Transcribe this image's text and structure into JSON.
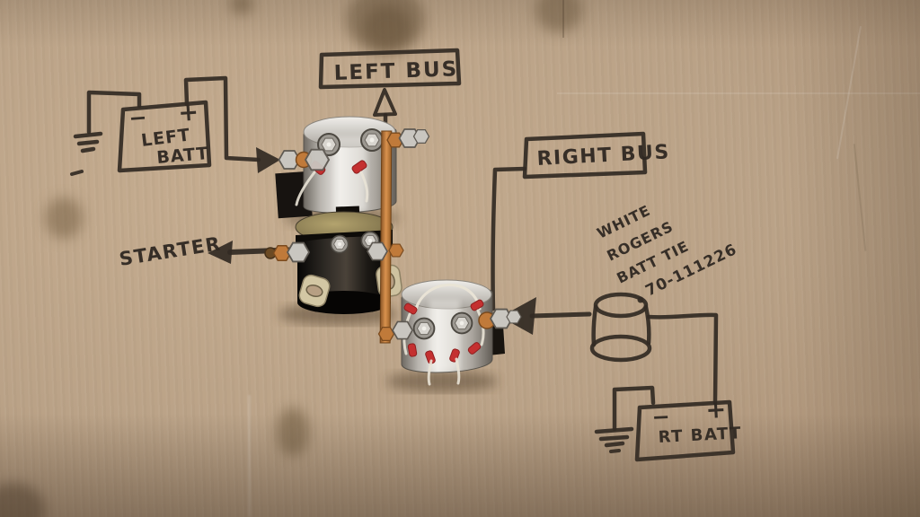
{
  "labels": {
    "left_bus": "LEFT BUS",
    "right_bus": "RIGHT BUS",
    "left_batt_l1": "LEFT",
    "left_batt_l2": "BATT",
    "rt_batt": "RT BATT",
    "starter": "STARTER",
    "minus": "−",
    "plus": "+",
    "note_l1": "WHITE",
    "note_l2": "ROGERS",
    "note_l3": "BATT TIE",
    "note_l4": "70-111226"
  },
  "colors": {
    "cardboard": "#b89f83",
    "marker": "#332b24",
    "copper_strap": "#c47a3c",
    "chrome": "#d9d6d0",
    "solenoid_black": "#15110d",
    "connector_red": "#c43030",
    "bracket_tan": "#d2c6a3",
    "brass_cap": "#9a8a58"
  }
}
